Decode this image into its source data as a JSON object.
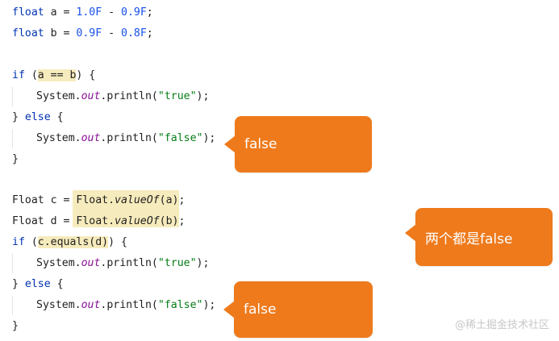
{
  "code": {
    "l1": {
      "kw": "float",
      "rest": " a = ",
      "n1": "1.0F",
      "op": " - ",
      "n2": "0.9F",
      "end": ";"
    },
    "l2": {
      "kw": "float",
      "rest": " b = ",
      "n1": "0.9F",
      "op": " - ",
      "n2": "0.8F",
      "end": ";"
    },
    "l4": {
      "kw": "if",
      "open": " (",
      "cond": "a == b",
      "close": ") {"
    },
    "l5": {
      "cls": "System.",
      "out": "out",
      "call": ".println(",
      "str": "\"true\"",
      "end": ");"
    },
    "l6": {
      "open": "} ",
      "kw": "else",
      "close": " {"
    },
    "l7": {
      "cls": "System.",
      "out": "out",
      "call": ".println(",
      "str": "\"false\"",
      "end": ");"
    },
    "l8": {
      "text": "}"
    },
    "l10": {
      "pre": "Float c = ",
      "cls": "Float.",
      "fn": "valueOf",
      "args": "(a);"
    },
    "l11": {
      "pre": "Float d = ",
      "cls": "Float.",
      "fn": "valueOf",
      "args": "(b);"
    },
    "l12": {
      "kw": "if",
      "open": " (",
      "cond": "c.equals(d)",
      "close": ") {"
    },
    "l13": {
      "cls": "System.",
      "out": "out",
      "call": ".println(",
      "str": "\"true\"",
      "end": ");"
    },
    "l14": {
      "open": "} ",
      "kw": "else",
      "close": " {"
    },
    "l15": {
      "cls": "System.",
      "out": "out",
      "call": ".println(",
      "str": "\"false\"",
      "end": ");"
    },
    "l16": {
      "text": "}"
    }
  },
  "callouts": {
    "first": "false",
    "both": "两个都是false",
    "second": "false"
  },
  "watermark": "@稀土掘金技术社区",
  "colors": {
    "keyword": "#0033b3",
    "number": "#1750eb",
    "string": "#067d17",
    "static_field": "#871094",
    "highlight": "#f6ebbc",
    "callout": "#ee7a1c"
  }
}
